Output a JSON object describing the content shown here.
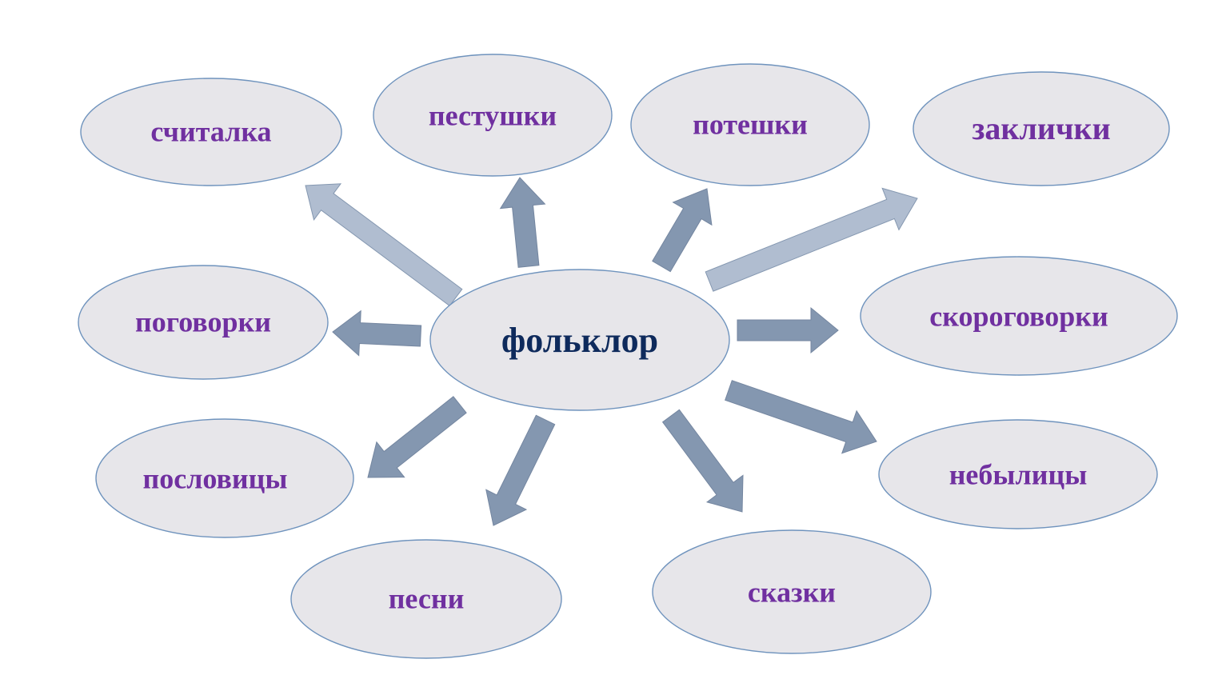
{
  "diagram": {
    "center": {
      "label": "фольклор"
    },
    "branches": [
      {
        "id": "schitalka",
        "label": "считалка"
      },
      {
        "id": "pestushki",
        "label": "пестушки"
      },
      {
        "id": "poteshki",
        "label": "потешки"
      },
      {
        "id": "zaklichki",
        "label": "заклички"
      },
      {
        "id": "pogovorki",
        "label": "поговорки"
      },
      {
        "id": "skorogovorki",
        "label": "скороговорки"
      },
      {
        "id": "poslovitsy",
        "label": "пословицы"
      },
      {
        "id": "nebylitsy",
        "label": "небылицы"
      },
      {
        "id": "pesni",
        "label": "песни"
      },
      {
        "id": "skazki",
        "label": "сказки"
      }
    ],
    "colors": {
      "node_fill": "#e7e6ea",
      "node_stroke": "#6f93bd",
      "branch_text": "#7030a0",
      "center_text": "#0e2a5c",
      "arrow": "#8497b0",
      "arrow_light": "#b0bdd0"
    }
  }
}
